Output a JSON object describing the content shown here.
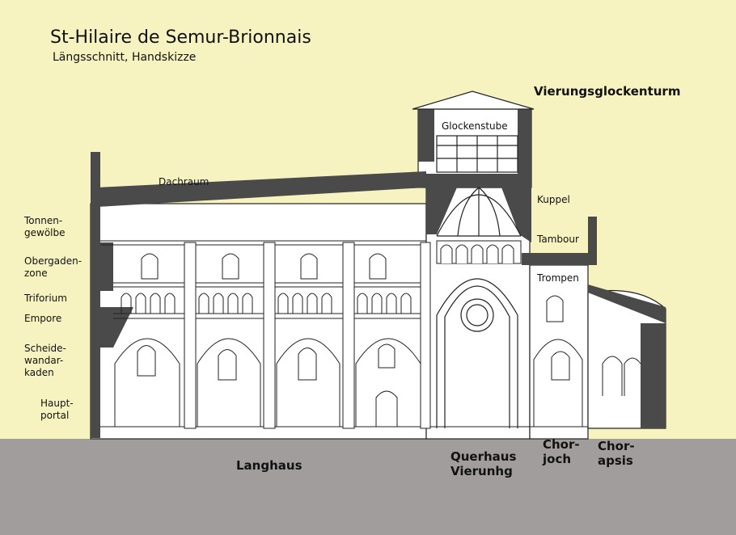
{
  "title": "St-Hilaire de Semur-Brionnais",
  "subtitle": "Längsschnitt, Handskizze",
  "labels": {
    "tower": "Vierungsglockenturm",
    "belfry": "Glockenstube",
    "roof_space": "Dachraum",
    "dome": "Kuppel",
    "drum": "Tambour",
    "squinches": "Trompen",
    "barrel_vault": "Tonnen-\ngewölbe",
    "clerestory": "Obergaden-\nzone",
    "triforium": "Triforium",
    "gallery": "Empore",
    "arcades": "Scheide-\nwandar-\nkaden",
    "main_portal": "Haupt-\nportal",
    "nave": "Langhaus",
    "transept": "Querhaus\nVierunhg",
    "choir_bay": "Chor-\njoch",
    "apse": "Chor-\napsis"
  },
  "colors": {
    "background": "#f6f3c0",
    "ground": "#a19d9d",
    "wall_fill": "#ffffff",
    "section_cut": "#4a4a4a",
    "ink": "#111111"
  }
}
